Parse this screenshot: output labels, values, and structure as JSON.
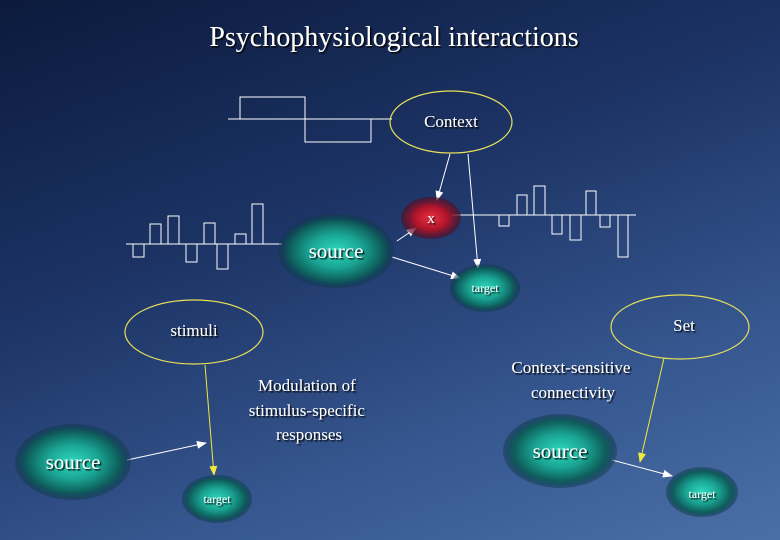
{
  "slide": {
    "title": "Psychophysiological interactions"
  },
  "top_panel": {
    "context_label": "Context",
    "interaction_label": "x",
    "source_label": "source",
    "target_label": "target"
  },
  "bottom_left": {
    "stimuli_label": "stimuli",
    "modulation_caption": [
      "Modulation of",
      "stimulus-specific",
      "responses"
    ],
    "source_label": "source",
    "target_label": "target"
  },
  "bottom_right": {
    "set_label": "Set",
    "connectivity_caption": [
      "Context-sensitive",
      "connectivity"
    ],
    "source_label": "source",
    "target_label": "target"
  },
  "colors": {
    "background_top": "#0b1a3c",
    "background_bottom": "#4a6fa6",
    "node_teal": "#22c2ad",
    "node_red": "#c0182c",
    "context_outline": "#e8e05a",
    "arrow_yellow": "#f0e840",
    "arrow_white": "#ffffff"
  }
}
